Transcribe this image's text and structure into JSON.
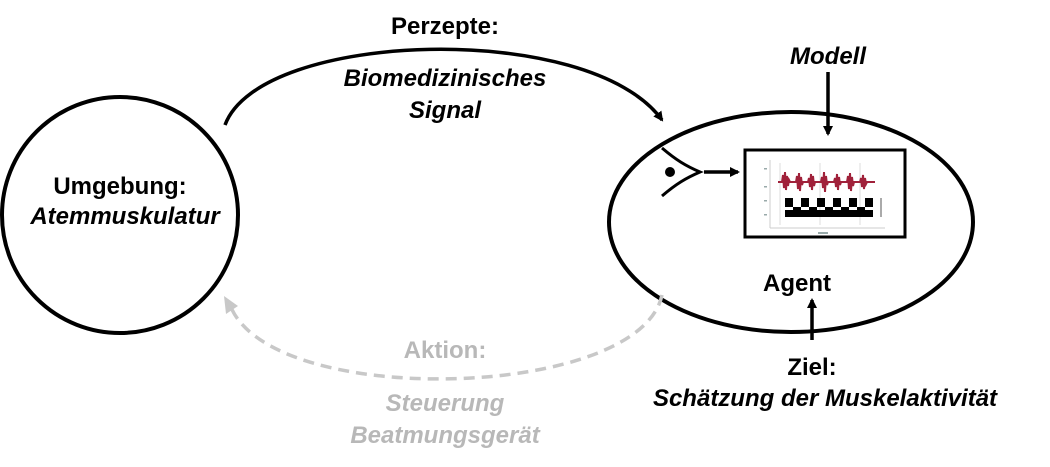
{
  "environment": {
    "title": "Umgebung:",
    "subtitle": "Atemmuskulatur"
  },
  "percepts": {
    "title": "Perzepte:",
    "line1": "Biomedizinisches",
    "line2": "Signal"
  },
  "action": {
    "title": "Aktion:",
    "line1": "Steuerung",
    "line2": "Beatmungsgerät"
  },
  "agent": {
    "label": "Agent",
    "model_label": "Modell",
    "goal_title": "Ziel:",
    "goal_text": "Schätzung der Muskelaktivität"
  },
  "colors": {
    "signal": "#a0213a",
    "action_arrow": "#c8c8c8",
    "action_text": "#b8b8b8",
    "outline": "#000000"
  },
  "icons": {
    "eye": "eye-icon",
    "plot": "signal-plot-thumbnail"
  }
}
